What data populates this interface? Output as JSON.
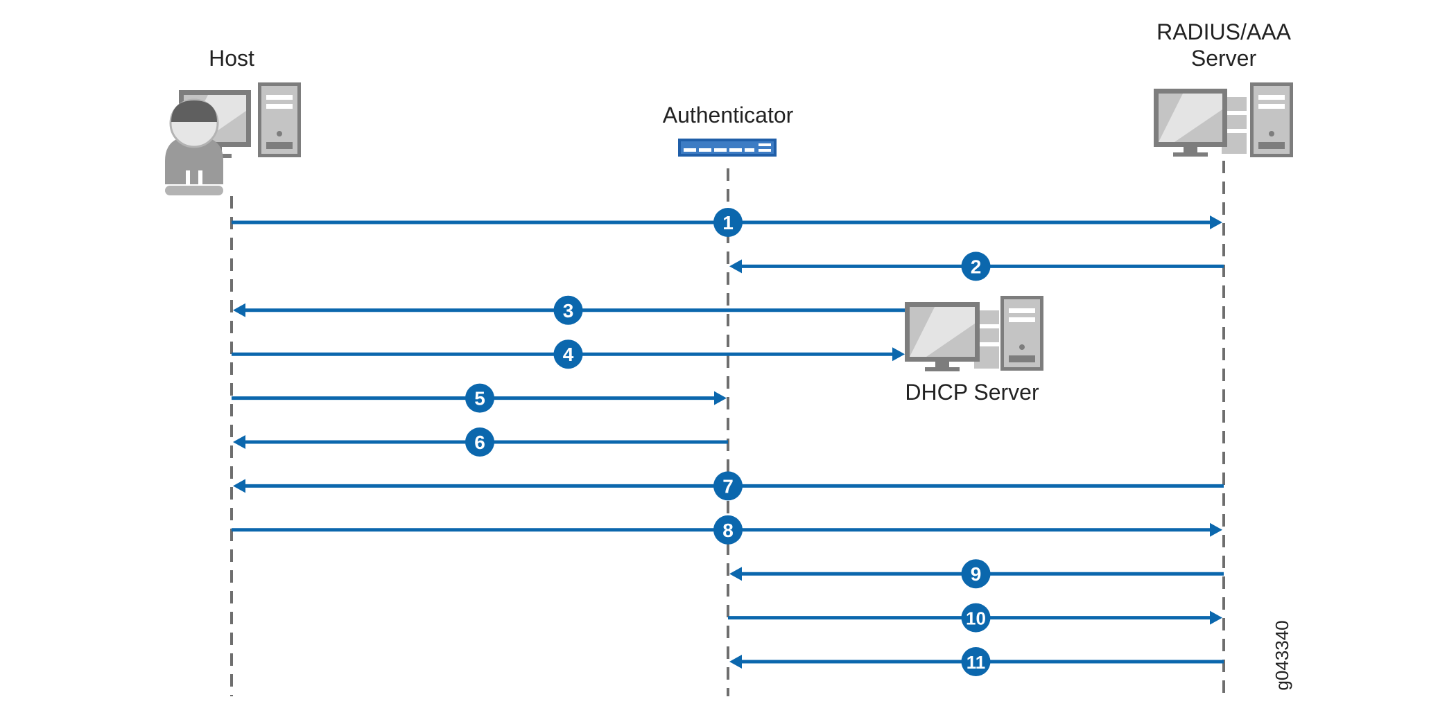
{
  "participants": {
    "host": "Host",
    "authenticator": "Authenticator",
    "radius_line1": "RADIUS/AAA",
    "radius_line2": "Server",
    "dhcp": "DHCP Server"
  },
  "figure_id": "g043340",
  "colors": {
    "arrow": "#0b67ad",
    "lifeline": "#6e6e6e",
    "device_gray": "#a8a8a8",
    "device_dark": "#6d6d6d",
    "switch_blue": "#1f5ea8"
  },
  "messages": [
    {
      "num": "1",
      "from": "host",
      "to": "radius",
      "badge_at": "authenticator"
    },
    {
      "num": "2",
      "from": "radius",
      "to": "authenticator"
    },
    {
      "num": "3",
      "from": "dhcp",
      "to": "host"
    },
    {
      "num": "4",
      "from": "host",
      "to": "dhcp"
    },
    {
      "num": "5",
      "from": "host",
      "to": "authenticator"
    },
    {
      "num": "6",
      "from": "authenticator",
      "to": "host"
    },
    {
      "num": "7",
      "from": "radius",
      "to": "host",
      "badge_at": "authenticator"
    },
    {
      "num": "8",
      "from": "host",
      "to": "radius",
      "badge_at": "authenticator"
    },
    {
      "num": "9",
      "from": "radius",
      "to": "authenticator"
    },
    {
      "num": "10",
      "from": "authenticator",
      "to": "radius"
    },
    {
      "num": "11",
      "from": "radius",
      "to": "authenticator"
    }
  ]
}
